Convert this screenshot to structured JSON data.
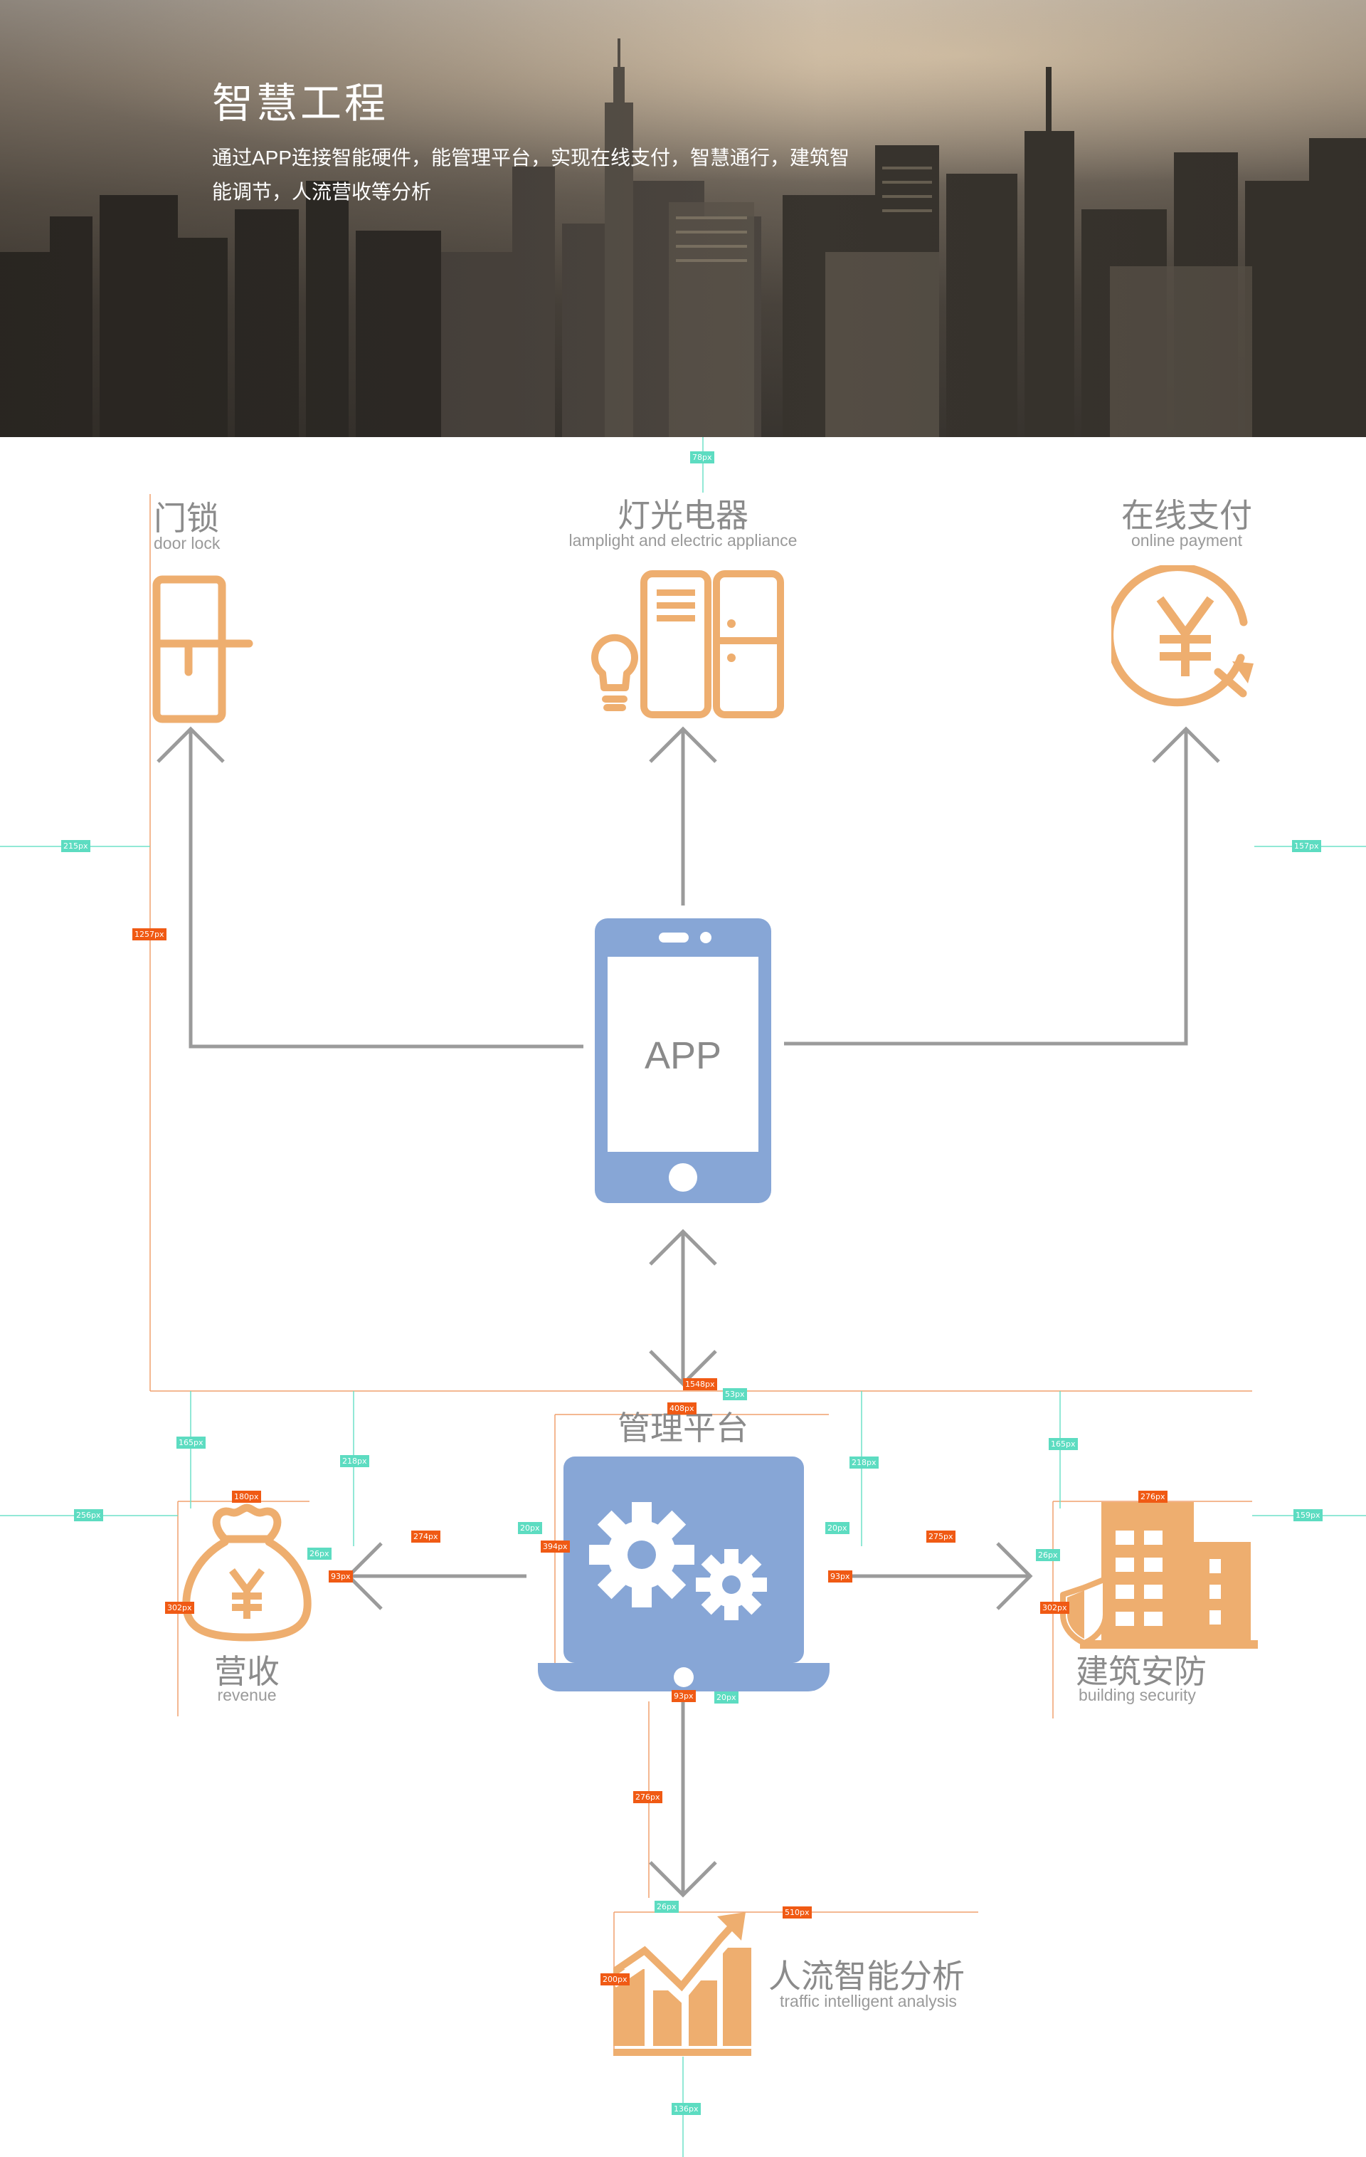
{
  "hero": {
    "title": "智慧工程",
    "description": "通过APP连接智能硬件，能管理平台，实现在线支付，智慧通行，建筑智能调节，人流营收等分析"
  },
  "colors": {
    "icon_orange": "#eeae6f",
    "app_blue": "#87a6d6",
    "arrow_gray": "#9b9b9b",
    "guide_orange": "#f05a14",
    "guide_teal": "#5ddcc1"
  },
  "nodes": {
    "door_lock": {
      "title": "门锁",
      "subtitle": "door lock",
      "icon": "door-lock-icon"
    },
    "lamplight": {
      "title": "灯光电器",
      "subtitle": "lamplight and electric appliance",
      "icon": "appliance-icon"
    },
    "payment": {
      "title": "在线支付",
      "subtitle": "online payment",
      "icon": "yuan-payment-icon"
    },
    "app": {
      "title": "APP",
      "icon": "smartphone-icon"
    },
    "platform": {
      "title": "管理平台",
      "icon": "laptop-gears-icon"
    },
    "revenue": {
      "title": "营收",
      "subtitle": "revenue",
      "icon": "money-bag-icon"
    },
    "security": {
      "title": "建筑安防",
      "subtitle": "building security",
      "icon": "building-shield-icon"
    },
    "traffic": {
      "title": "人流智能分析",
      "subtitle": "traffic intelligent analysis",
      "icon": "bar-chart-trend-icon"
    }
  },
  "measurements": {
    "m78": "78px",
    "m215": "215px",
    "m157": "157px",
    "m1257": "1257px",
    "m1548": "1548px",
    "m408": "408px",
    "m53": "53px",
    "m165a": "165px",
    "m218a": "218px",
    "m256": "256px",
    "m180": "180px",
    "m26a": "26px",
    "m93a": "93px",
    "m302a": "302px",
    "m274": "274px",
    "m20a": "20px",
    "m394": "394px",
    "m20b": "20px",
    "m93b": "93px",
    "m275": "275px",
    "m218b": "218px",
    "m165b": "165px",
    "m26b": "26px",
    "m276a": "276px",
    "m159": "159px",
    "m302b": "302px",
    "m93c": "93px",
    "m20c": "20px",
    "m276b": "276px",
    "m26c": "26px",
    "m510": "510px",
    "m200": "200px",
    "m136": "136px"
  }
}
